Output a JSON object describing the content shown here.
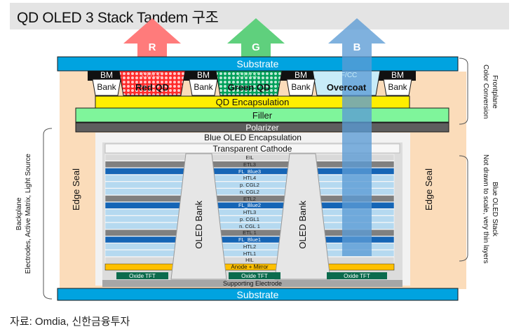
{
  "title": "QD OLED 3 Stack Tandem 구조",
  "source": "자료: Omdia, 신한금융투자",
  "colors": {
    "substrate": "#00a3e0",
    "qd_encapsulation": "#ffee00",
    "filler": "#7ff59b",
    "polarizer": "#5e5e5e",
    "red_qd": "#ff2a2a",
    "green_qd": "#00a05a",
    "overcoat": "#c8ecf8",
    "frame": "#fbdcba",
    "anode": "#ffc000",
    "tft": "#0b6b4d",
    "blue_layer": "#1565b6",
    "light_blue_layer": "#b5d9f0",
    "gray_layer": "#d9d9d9",
    "dark_layer": "#808080"
  },
  "arrows": [
    {
      "label": "R",
      "color": "#ff7b7b"
    },
    {
      "label": "G",
      "color": "#5fd07d"
    },
    {
      "label": "B",
      "color": "#5b9bd5"
    }
  ],
  "top_substrate": "Substrate",
  "bottom_substrate": "Substrate",
  "color_filters": {
    "bm": "BM",
    "bank": "Bank",
    "red": {
      "name": "Red QD",
      "cf": "CF/CC"
    },
    "green": {
      "name": "Green QD",
      "cf": "CF/CC"
    },
    "blue": {
      "name": "Overcoat",
      "cf": "CF/CC"
    }
  },
  "qd_encapsulation": "QD Encapsulation",
  "filler": "Filler",
  "polarizer": "Polarizer",
  "blue_oled_encapsulation": "Blue OLED Encapsulation",
  "transparent_cathode": "Transparent  Cathode",
  "edge_seal": "Edge Seal",
  "oled_bank": "OLED Bank",
  "stack_layers": [
    {
      "label": "EIL",
      "type": "gray"
    },
    {
      "label": "ETL3",
      "type": "dark"
    },
    {
      "label": "FL_Blue3",
      "type": "blue"
    },
    {
      "label": "HTL4",
      "type": "light"
    },
    {
      "label": "p. CGL2",
      "type": "light"
    },
    {
      "label": "n. CGL2",
      "type": "light"
    },
    {
      "label": "ETL2",
      "type": "dark"
    },
    {
      "label": "FL_Blue2",
      "type": "blue"
    },
    {
      "label": "HTL3",
      "type": "light"
    },
    {
      "label": "p. CGL1",
      "type": "light"
    },
    {
      "label": "n. CGL 1",
      "type": "light"
    },
    {
      "label": "ETL 1",
      "type": "dark"
    },
    {
      "label": "FL_Blue1",
      "type": "blue"
    },
    {
      "label": "HTL2",
      "type": "light"
    },
    {
      "label": "HTL1",
      "type": "light"
    },
    {
      "label": "HIL",
      "type": "gray"
    }
  ],
  "anode_mirror": "Anode + Mirror",
  "oxide_tft": "Oxide TFT",
  "supporting_electrode": "Supporting Electrode",
  "side_labels": {
    "frontplane": [
      "Frontplane",
      "Color Conversion"
    ],
    "blue_oled_stack": [
      "Blue OLED  Stack",
      "Not drawn to scale, very thin layers"
    ],
    "backplane": [
      "Backplane",
      "Electrodes, Active Matrix, Light Source"
    ]
  }
}
